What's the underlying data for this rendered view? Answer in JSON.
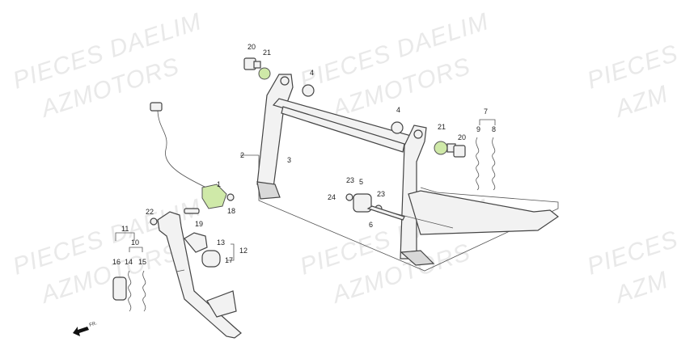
{
  "watermarks": {
    "pieces_daelim": "PIECES DAELIM",
    "azmotors": "AZMOTORS",
    "pieces": "PIECES",
    "azm": "AZM"
  },
  "callouts": {
    "c1": "1",
    "c2": "2",
    "c3": "3",
    "c4a": "4",
    "c4b": "4",
    "c5": "5",
    "c6": "6",
    "c7": "7",
    "c8": "8",
    "c9": "9",
    "c10": "10",
    "c11": "11",
    "c12": "12",
    "c13": "13",
    "c14": "14",
    "c15": "15",
    "c16": "16",
    "c17": "17",
    "c18": "18",
    "c19": "19",
    "c20a": "20",
    "c20b": "20",
    "c21a": "21",
    "c21b": "21",
    "c22": "22",
    "c23a": "23",
    "c23b": "23",
    "c24": "24"
  },
  "direction_label": "FR.",
  "colors": {
    "highlight": "#cfe9a8",
    "watermark": "#e9e9e9",
    "outline": "#444444"
  }
}
